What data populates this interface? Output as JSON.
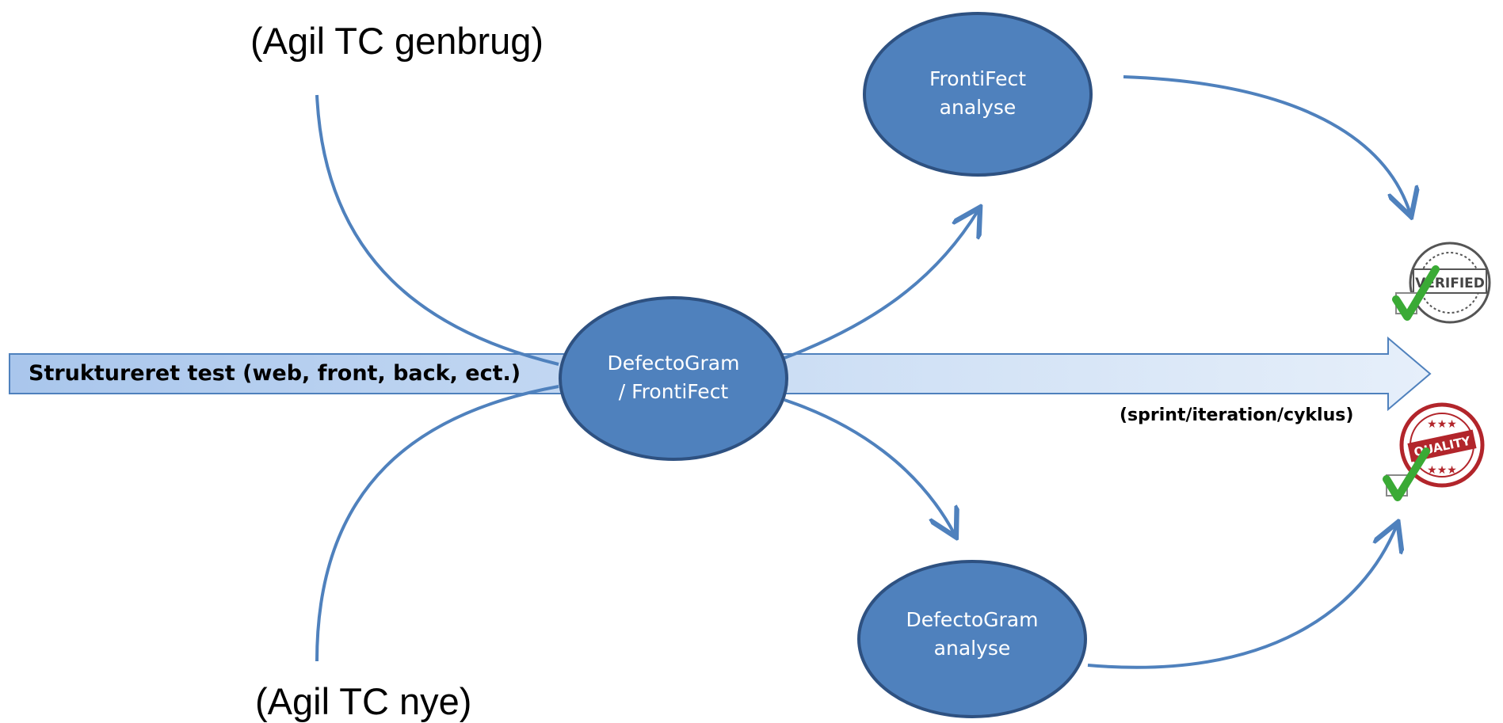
{
  "labels": {
    "top_reuse": "(Agil TC genbrug)",
    "bottom_new": "(Agil TC nye)",
    "band": "Struktureret test (web, front, back, ect.)",
    "sprint": "(sprint/iteration/cyklus)"
  },
  "nodes": {
    "center": {
      "line1": "DefectoGram",
      "line2": "/ FrontiFect"
    },
    "top": {
      "line1": "FrontiFect",
      "line2": "analyse"
    },
    "bottom": {
      "line1": "DefectoGram",
      "line2": "analyse"
    }
  },
  "badges": {
    "verified": {
      "text": "VERIFIED",
      "icon": "verified-stamp-icon"
    },
    "quality": {
      "text": "QUALITY",
      "icon": "quality-stamp-icon"
    }
  },
  "colors": {
    "node_fill": "#4f81bd",
    "node_stroke": "#2e5181",
    "band_fill": "#c6d9f1",
    "band_stroke": "#4f81bd",
    "arrow": "#4f81bd",
    "check": "#3aaa35",
    "verified_stamp": "#555555",
    "quality_stamp": "#b2252b"
  }
}
